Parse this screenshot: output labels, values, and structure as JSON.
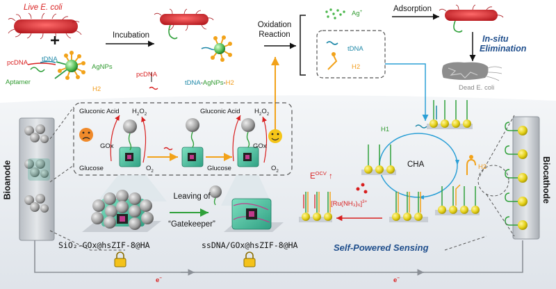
{
  "top": {
    "live_ecoli": "Live E. coli",
    "pcdna": "pcDNA",
    "tdna": "tDNA",
    "agnps": "AgNPs",
    "aptamer": "Aptamer",
    "h2": "H2",
    "incubation": "Incubation",
    "product_tdna": "tDNA",
    "product_agnps": "AgNPs",
    "product_h2": "H2",
    "oxidation_reaction": "Oxidation Reaction",
    "ag_ion": "Ag",
    "ag_charge": "+",
    "box_tdna": "tDNA",
    "box_h2": "H2",
    "adsorption": "Adsorption",
    "in_situ": "In-situ",
    "elimination": "Elimination",
    "dead_ecoli": "Dead E. coli",
    "pcdna_mid": "pcDNA"
  },
  "bottom": {
    "bioanode": "Bioanode",
    "biocathode": "Biocathode",
    "gluconic_acid_left": "Gluconic Acid",
    "gluconic_acid_right": "Gluconic Acid",
    "h2o2": "H",
    "gox_left": "GOx",
    "gox_right": "GOx",
    "glucose_left": "Glucose",
    "glucose_right": "Glucose",
    "o2": "O",
    "leaving_of": "Leaving of",
    "gatekeeper": "“Gatekeeper”",
    "sio2_label": "SiO₂-GOx@hsZIF-8@HA",
    "ssdna_label": "ssDNA/GOx@hsZIF-8@HA",
    "eocv": "E",
    "eocv_sup": "OCV",
    "ru_complex": "[Ru(NH₃)₆]",
    "ru_charge": "3+",
    "cha": "CHA",
    "h1": "H1",
    "h2": "H2",
    "self_powered": "Self-Powered Sensing",
    "electron_left": "e",
    "electron_right": "e",
    "electron_sup": "−"
  }
}
